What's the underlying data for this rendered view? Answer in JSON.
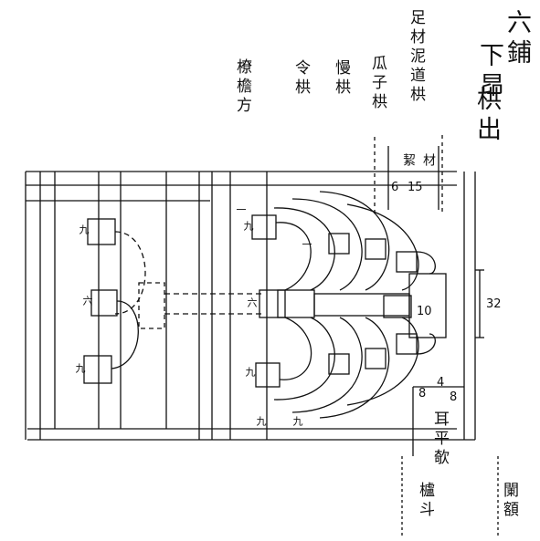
{
  "drawing": {
    "title_col1": "六鋪",
    "title_col2": "下昂",
    "title_col3": "栱出",
    "labels": {
      "kong_list": "足材泥道栱",
      "guazi": "瓜子栱",
      "man": "慢栱",
      "ling": "令栱",
      "liao": "橑檐方",
      "bottom_left": "櫨斗",
      "bottom_left2": "闌額",
      "erping": "耳平欹"
    },
    "dimensions": {
      "d1": "6",
      "d1_unit": "絜",
      "d2": "15",
      "d2_unit": "材",
      "span": "32",
      "small": "10",
      "p8a": "8",
      "p4": "4",
      "p8b": "8"
    },
    "marks": {
      "jiu": "九",
      "liu": "六",
      "yi": "一"
    }
  }
}
